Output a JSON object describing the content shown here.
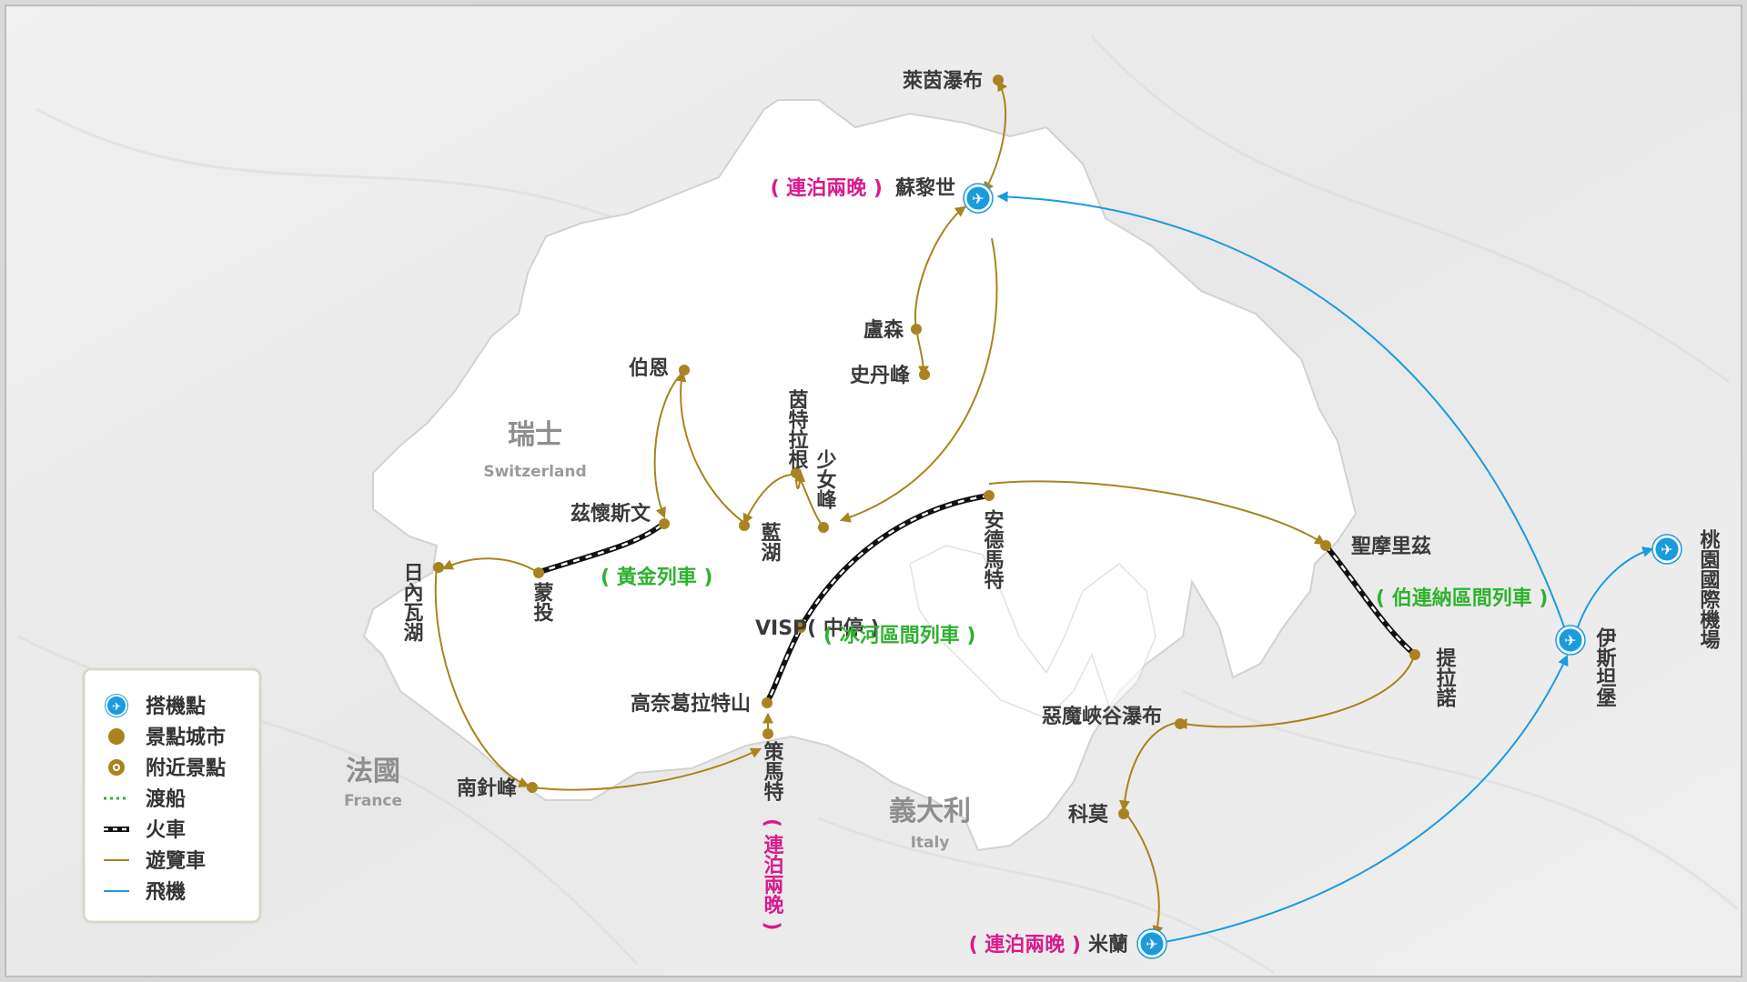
{
  "countries": {
    "switzerland": {
      "zh": "瑞士",
      "en": "Switzerland"
    },
    "france": {
      "zh": "法國",
      "en": "France"
    },
    "italy": {
      "zh": "義大利",
      "en": "Italy"
    }
  },
  "cities": {
    "rhine_falls": "萊茵瀑布",
    "zurich": "蘇黎世",
    "lucerne": "盧森",
    "stanserhorn": "史丹峰",
    "bern": "伯恩",
    "interlaken": "茵特拉根",
    "jungfrau": "少女峰",
    "blue_lake": "藍湖",
    "zweisimmen": "茲懷斯文",
    "montreux": "蒙投",
    "geneva": "日內瓦湖",
    "aiguille": "南針峰",
    "chamonix": "策馬特",
    "gornergrat": "高奈葛拉特山",
    "visp": "VISP( 中停 )",
    "andermatt": "安德馬特",
    "st_moritz": "聖摩里茲",
    "tirano": "提拉諾",
    "acqua_fraggia": "惡魔峽谷瀑布",
    "como": "科莫",
    "milan": "米蘭",
    "istanbul": "伊斯坦堡",
    "taoyuan": "桃園國際機場"
  },
  "trains": {
    "golden_pass": "( 黃金列車 )",
    "glacier_express": "( 冰河區間列車 )",
    "bernina": "( 伯連納區間列車 )"
  },
  "stays": {
    "zurich": "( 連泊兩晚 )",
    "zermatt": "( 連泊兩晚 )",
    "milan": "( 連泊兩晚 )"
  },
  "legend": {
    "items": [
      "搭機點",
      "景點城市",
      "附近景點",
      "渡船",
      "火車",
      "遊覽車",
      "飛機"
    ]
  },
  "colors": {
    "bus": "#a8831f",
    "train": "#111111",
    "plane": "#1a9bde",
    "ferry": "#2fb12f",
    "train_label": "#2fb12f",
    "stay_label": "#d91a8c",
    "airport": "#1a9bde",
    "city": "#a8831f"
  }
}
